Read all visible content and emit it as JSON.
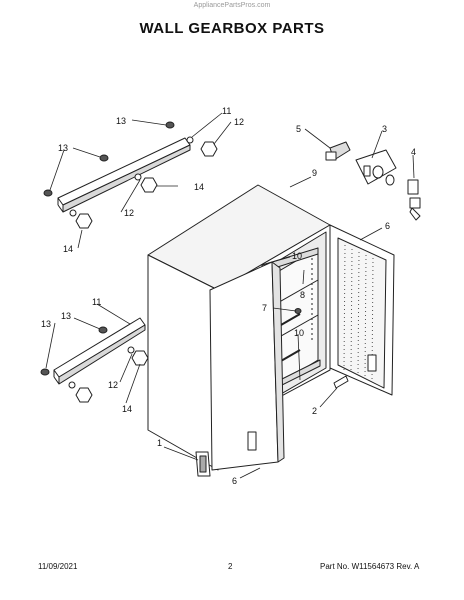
{
  "watermark": "AppliancePartsPros.com",
  "title": "WALL GEARBOX PARTS",
  "callouts": {
    "c13a": "13",
    "c11a": "11",
    "c12a": "12",
    "c13b": "13",
    "c14a": "14",
    "c12b": "12",
    "c14b": "14",
    "c5": "5",
    "c3": "3",
    "c4": "4",
    "c9": "9",
    "c6a": "6",
    "c10a": "10",
    "c8": "8",
    "c7": "7",
    "c10b": "10",
    "c11b": "11",
    "c13c": "13",
    "c13d": "13",
    "c12c": "12",
    "c14c": "14",
    "c2": "2",
    "c1": "1",
    "c6b": "6"
  },
  "footer": {
    "date": "11/09/2021",
    "page": "2",
    "part": "Part No.  W11564673  Rev.  A"
  }
}
